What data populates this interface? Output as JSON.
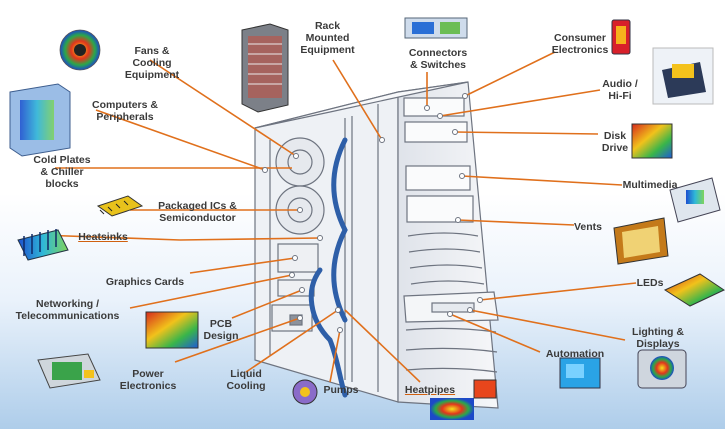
{
  "labels": {
    "fans": "Fans &\nCooling\nEquipment",
    "rack": "Rack\nMounted\nEquipment",
    "connectors": "Connectors\n& Switches",
    "consumer": "Consumer\nElectronics",
    "audio": "Audio /\nHi-Fi",
    "disk": "Disk\nDrive",
    "multimedia": "Multimedia",
    "vents": "Vents",
    "leds": "LEDs",
    "lighting": "Lighting &\nDisplays",
    "automation": "Automation",
    "heatpipes": "Heatpipes",
    "pumps": "Pumps",
    "liquid": "Liquid\nCooling",
    "power": "Power\nElectronics",
    "pcb": "PCB\nDesign",
    "networking": "Networking /\nTelecommunications",
    "graphics": "Graphics Cards",
    "heatsinks": "Heatsinks",
    "packaged": "Packaged ICs &\nSemiconductor",
    "coldplates": "Cold Plates\n& Chiller\nblocks",
    "computers": "Computers &\nPeripherals"
  },
  "colors": {
    "leader": "#e0701c",
    "label_text": "#3a3a3a",
    "tower_face": "#f2f4f7",
    "tower_edge": "#6e7480",
    "tube": "#2e5fa8",
    "bg_bottom": "#aecdea"
  }
}
